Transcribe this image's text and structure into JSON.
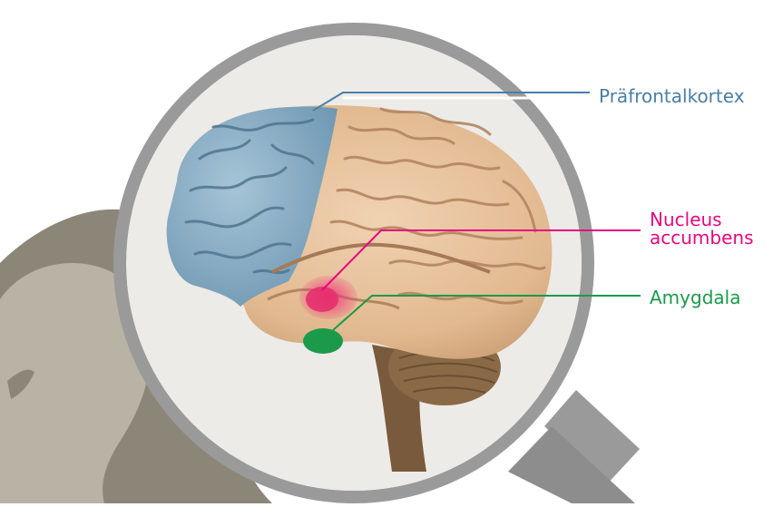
{
  "labels": {
    "prefrontal": "Präfrontalkortex",
    "nucleus_line1": "Nucleus",
    "nucleus_line2": "accumbens",
    "amygdala": "Amygdala"
  },
  "colors": {
    "prefrontal": "#4a7fa5",
    "nucleus": "#e5097f",
    "amygdala": "#1a9a4a",
    "magnifier_ring": "#9a9a9a",
    "lens_fill": "#ecebe8",
    "head_silhouette": "#8c8678",
    "brain_tan": "#e8c4a0",
    "brain_blue": "#8fb3c9"
  },
  "icons": {
    "magnifier": "magnifying-glass-icon",
    "head": "head-silhouette-icon"
  }
}
